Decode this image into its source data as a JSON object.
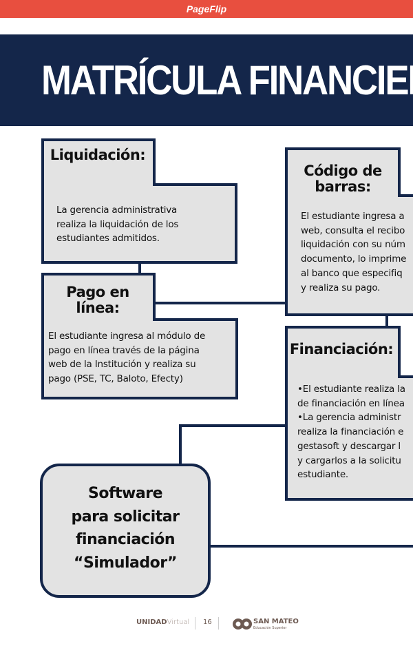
{
  "topbar": {
    "title": "PageFlip"
  },
  "banner": {
    "title": "MATRÍCULA FINANCIERA"
  },
  "boxes": {
    "liquidacion": {
      "title": "Liquidación:",
      "lines": [
        "La gerencia administrativa",
        "realiza la liquidación de los",
        "estudiantes admitidos."
      ]
    },
    "pago": {
      "title1": "Pago en",
      "title2": "línea:",
      "lines": [
        "El estudiante ingresa al módulo de",
        "pago en línea  través de la página",
        "web de la Institución y realiza su",
        "pago (PSE, TC, Baloto, Efecty)"
      ]
    },
    "codigo": {
      "title1": "Código de",
      "title2": "barras:",
      "lines": [
        "El estudiante ingresa a",
        "web, consulta el recibo",
        "liquidación con su núm",
        "documento, lo imprime",
        "al banco que especifiq",
        "y realiza su pago."
      ]
    },
    "financiacion": {
      "title": "Financiación:",
      "lines": [
        "•El estudiante realiza la",
        "de financiación en línea",
        "•La gerencia administr",
        "realiza la financiación e",
        "gestasoft y descargar l",
        "y cargarlos a la solicitu",
        "estudiante."
      ]
    },
    "software": {
      "lines": [
        "Software",
        "para solicitar",
        "financiación",
        "“Simulador”"
      ]
    }
  },
  "footer": {
    "brand_bold": "UNIDAD",
    "brand_light": "Virtual",
    "page": "16",
    "logo_name": "SAN MATEO",
    "logo_sub": "Educación Superior"
  },
  "colors": {
    "navy": "#14264a",
    "box": "#e3e3e3",
    "accent": "#e84f3f"
  }
}
